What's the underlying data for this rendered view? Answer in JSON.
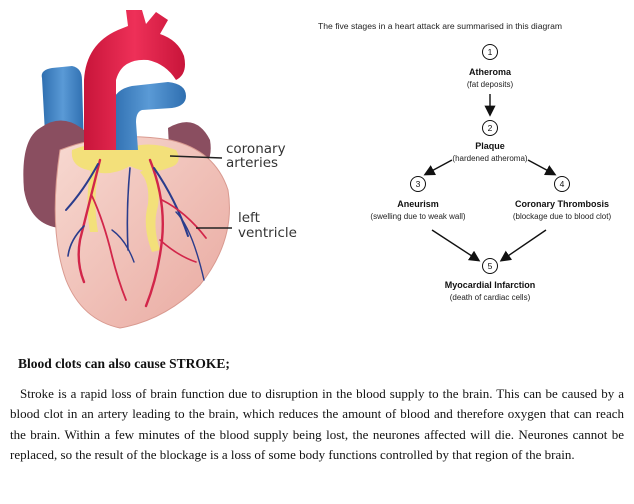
{
  "heart": {
    "labels": {
      "coronary_line1": "coronary",
      "coronary_line2": "arteries",
      "left_line1": "left",
      "left_line2": "ventricle"
    }
  },
  "flow": {
    "caption": "The five stages in a heart attack are summarised in this diagram",
    "stages": [
      {
        "num": "1",
        "name": "Atheroma",
        "desc": "(fat deposits)"
      },
      {
        "num": "2",
        "name": "Plaque",
        "desc": "(hardened atheroma)"
      },
      {
        "num": "3",
        "name": "Aneurism",
        "desc": "(swelling due to weak wall)"
      },
      {
        "num": "4",
        "name": "Coronary Thrombosis",
        "desc": "(blockage due to blood clot)"
      },
      {
        "num": "5",
        "name": "Myocardial Infarction",
        "desc": "(death of cardiac cells)"
      }
    ]
  },
  "text": {
    "heading": "Blood clots can also cause STROKE;",
    "paragraph": "Stroke is a rapid loss of brain function due to disruption in the blood supply to the brain. This can be caused by a blood clot in an artery leading to the brain, which reduces the amount of blood and therefore oxygen that can reach the brain. Within a few minutes of the blood supply being lost, the neurones affected will die. Neurones cannot be replaced, so the result of the blockage is a loss of some body functions controlled by that region of the brain."
  },
  "colors": {
    "aorta": "#e8204a",
    "vein": "#3f86c8",
    "muscle": "#f2c6bd",
    "atrium": "#8a4e60",
    "fat": "#f3e07a"
  }
}
